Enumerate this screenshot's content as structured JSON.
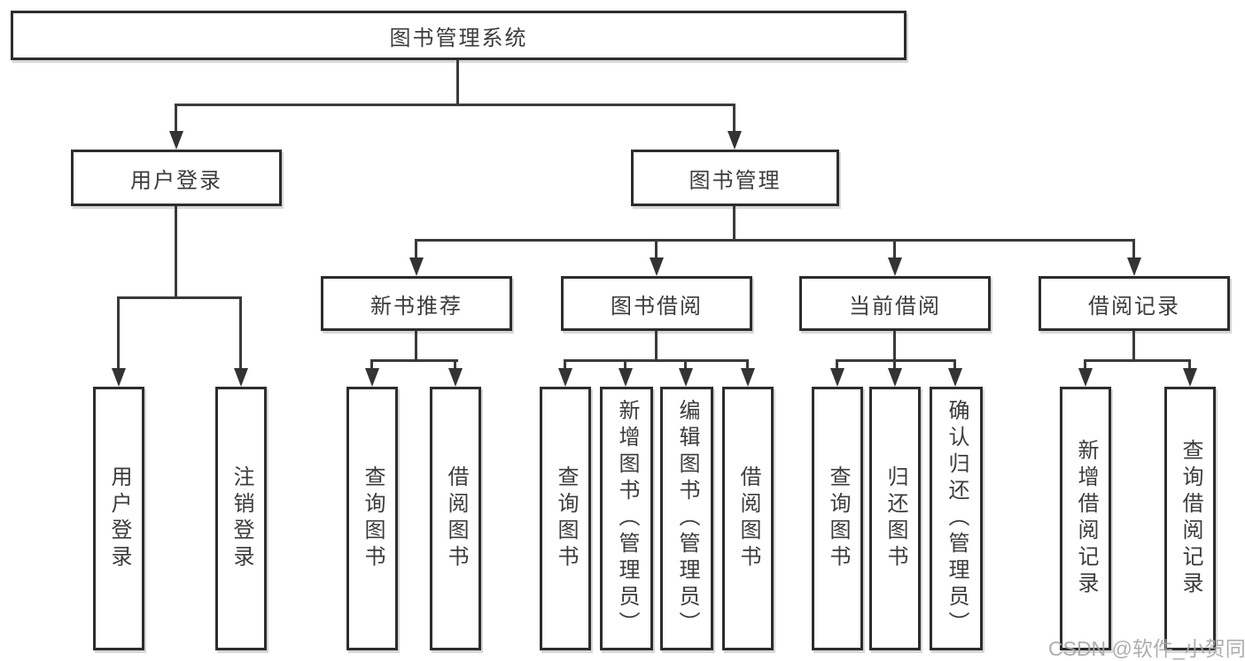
{
  "colors": {
    "background": "#ffffff",
    "box_border": "#2d2d2d",
    "line": "#3a3a3a",
    "text": "#3c3c3c",
    "watermark": "#a6a6a6"
  },
  "tree": {
    "label": "图书管理系统",
    "children": [
      {
        "label": "用户登录",
        "children": [
          {
            "label": "用户登录"
          },
          {
            "label": "注销登录"
          }
        ]
      },
      {
        "label": "图书管理",
        "children": [
          {
            "label": "新书推荐",
            "children": [
              {
                "label": "查询图书"
              },
              {
                "label": "借阅图书"
              }
            ]
          },
          {
            "label": "图书借阅",
            "children": [
              {
                "label": "查询图书"
              },
              {
                "label": "新增图书（管理员）"
              },
              {
                "label": "编辑图书（管理员）"
              },
              {
                "label": "借阅图书"
              }
            ]
          },
          {
            "label": "当前借阅",
            "children": [
              {
                "label": "查询图书"
              },
              {
                "label": "归还图书"
              },
              {
                "label": "确认归还（管理员）"
              }
            ]
          },
          {
            "label": "借阅记录",
            "children": [
              {
                "label": "新增借阅记录"
              },
              {
                "label": "查询借阅记录"
              }
            ]
          }
        ]
      }
    ]
  },
  "watermark": {
    "text": "CSDN @软件_小贺同学"
  }
}
